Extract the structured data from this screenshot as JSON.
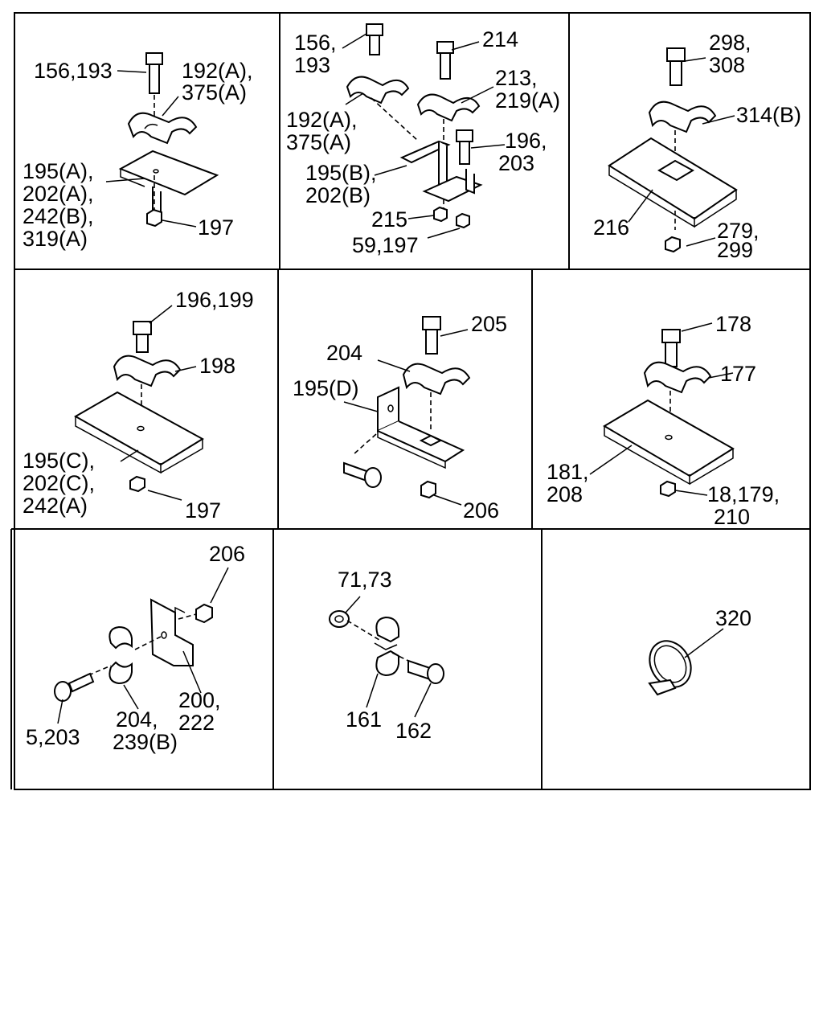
{
  "panels": [
    {
      "id": "p1",
      "labels": [
        "156,193",
        "192(A),",
        "375(A)",
        "195(A),",
        "202(A),",
        "242(B),",
        "319(A)",
        "197"
      ]
    },
    {
      "id": "p2",
      "labels": [
        "156,",
        "193",
        "214",
        "213,",
        "219(A)",
        "192(A),",
        "375(A)",
        "196,",
        "203",
        "195(B),",
        "202(B)",
        "215",
        "59,197"
      ]
    },
    {
      "id": "p3",
      "labels": [
        "298,",
        "308",
        "314(B)",
        "216",
        "279,",
        "299"
      ]
    },
    {
      "id": "p4",
      "labels": [
        "196,199",
        "198",
        "195(C),",
        "202(C),",
        "242(A)",
        "197"
      ]
    },
    {
      "id": "p5",
      "labels": [
        "205",
        "204",
        "195(D)",
        "206"
      ]
    },
    {
      "id": "p6",
      "labels": [
        "178",
        "177",
        "181,",
        "208",
        "18,179,",
        "210"
      ]
    },
    {
      "id": "p7",
      "labels": [
        "206",
        "5,203",
        "200,",
        "222",
        "204,",
        "239(B)"
      ]
    },
    {
      "id": "p8",
      "labels": [
        "71,73",
        "161",
        "162"
      ]
    },
    {
      "id": "p9",
      "labels": [
        "320"
      ]
    }
  ]
}
